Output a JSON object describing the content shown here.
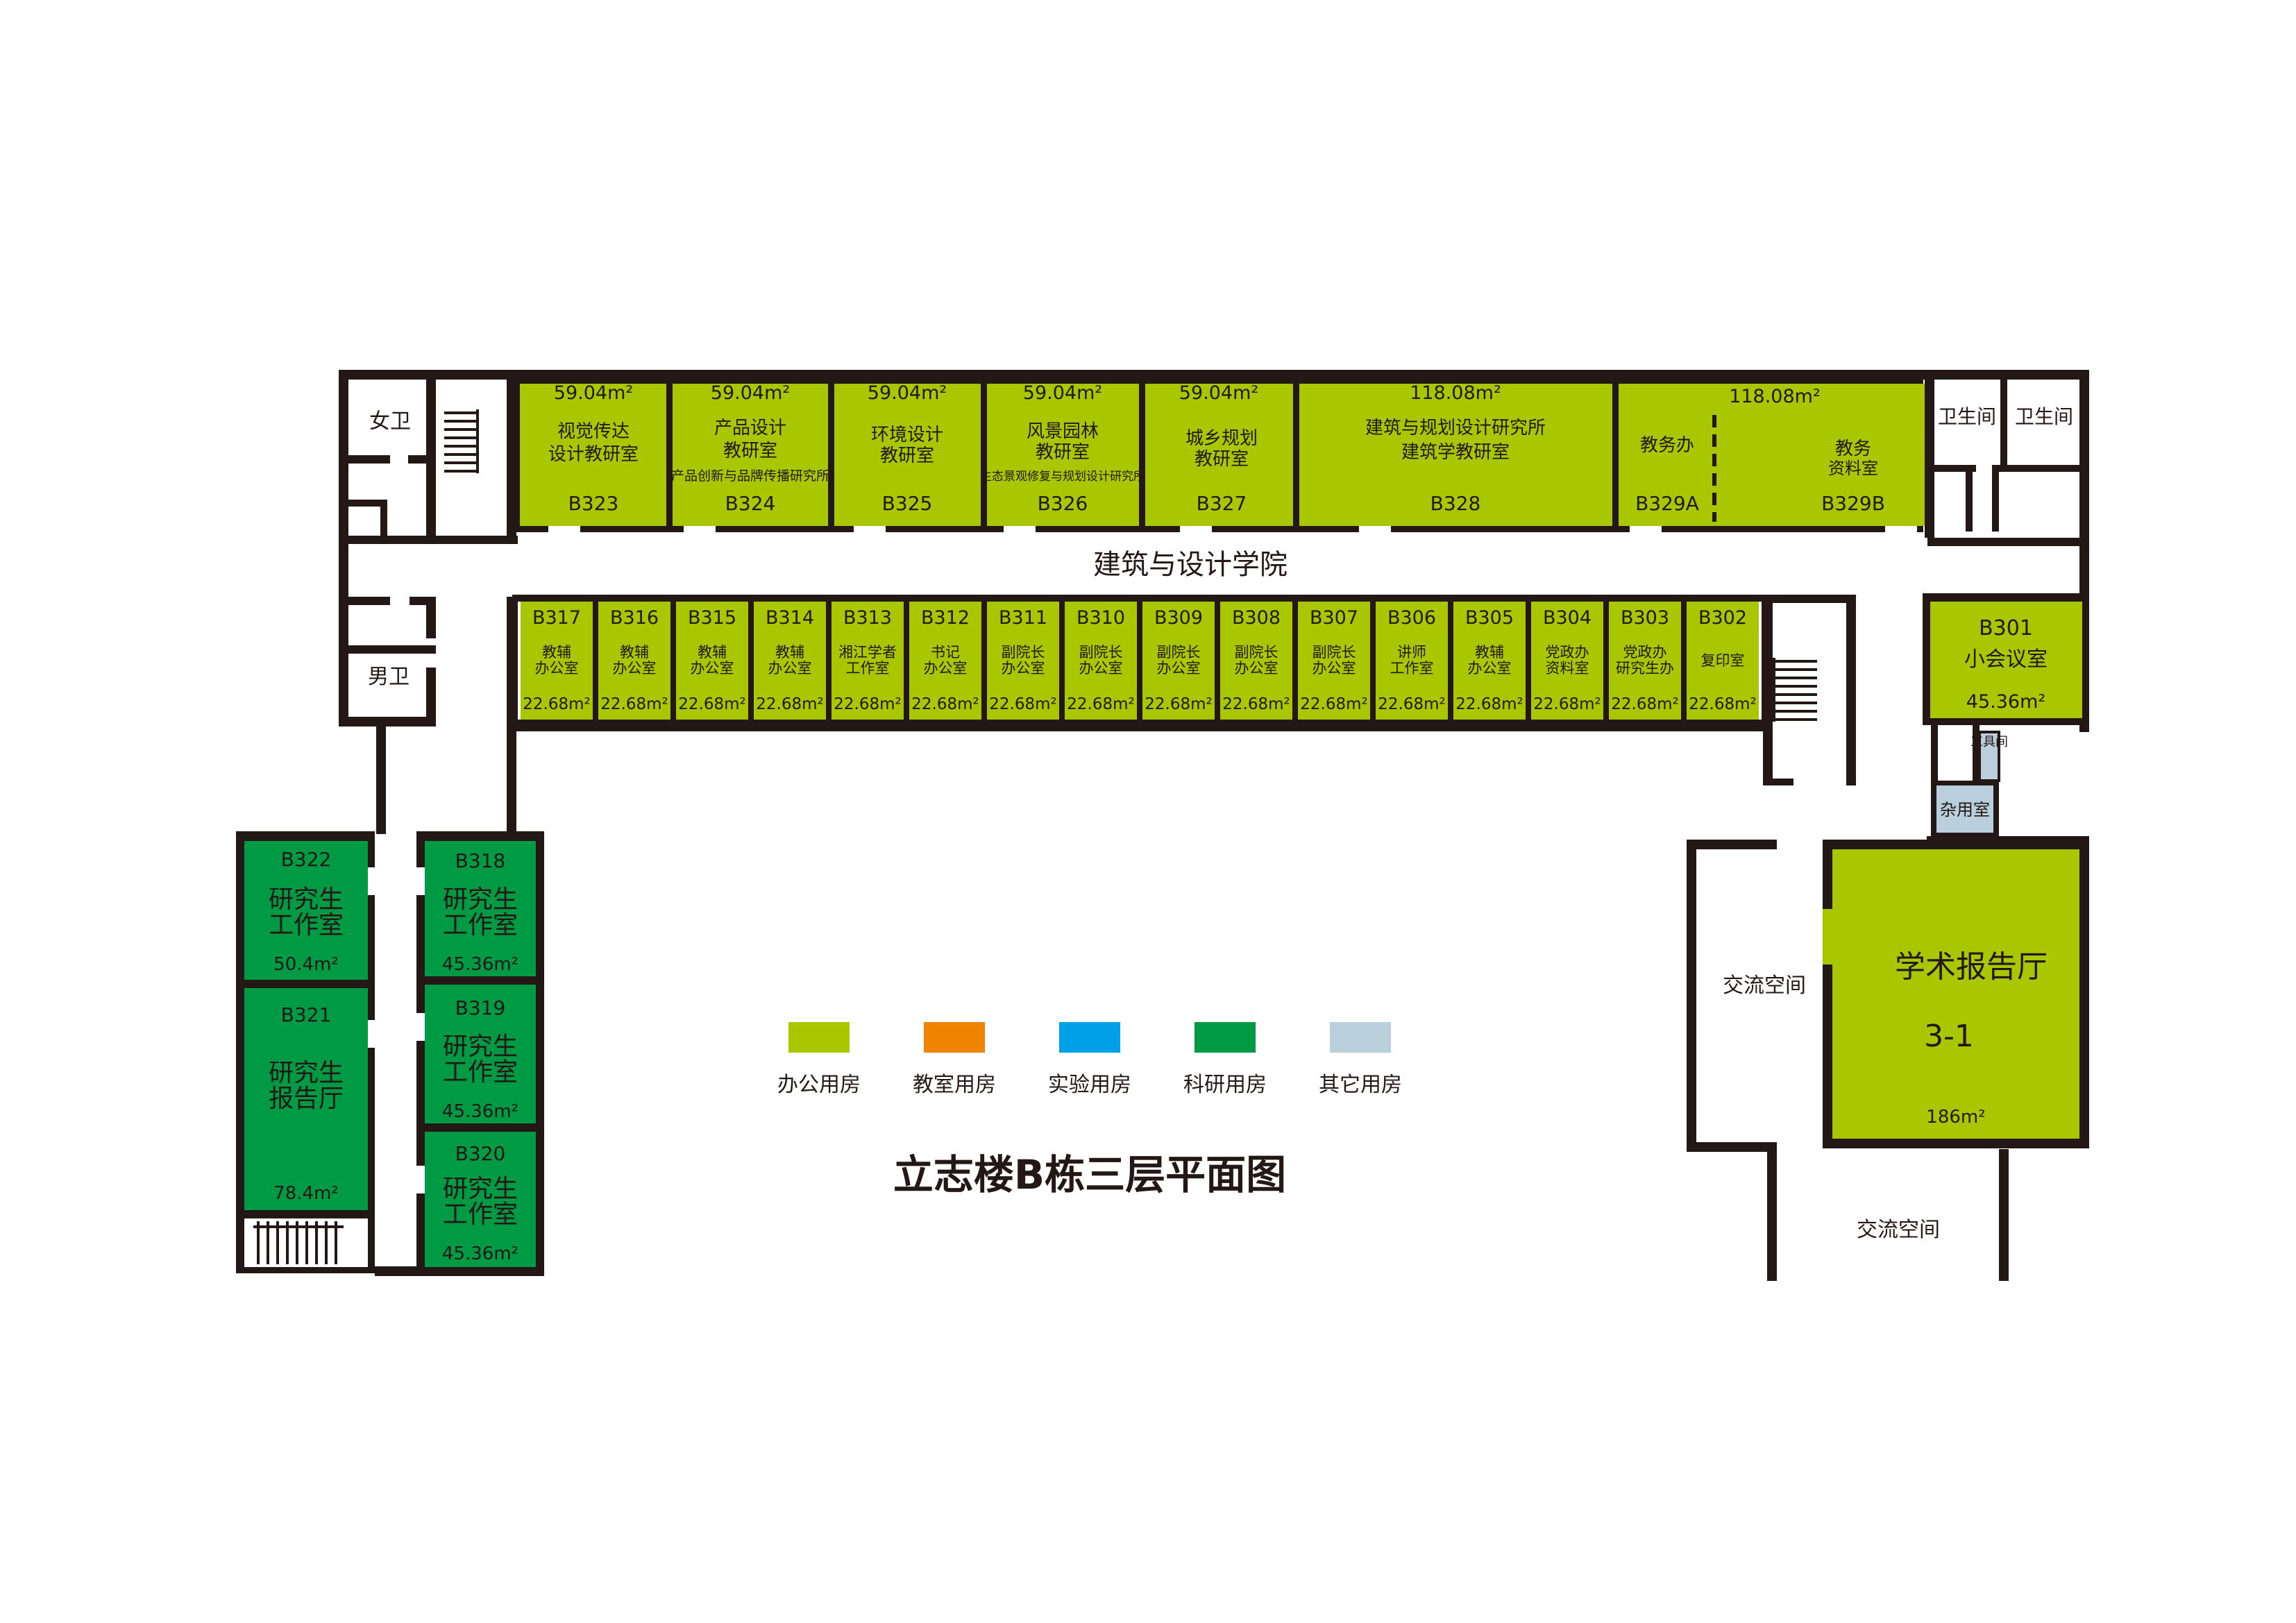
{
  "title": "立志楼B栋三层平面图",
  "corridor_label": "建筑与设计学院",
  "colors": {
    "office": "#a8c700",
    "classroom": "#f08300",
    "lab": "#00a0e9",
    "research": "#009944",
    "other": "#b9cfdc",
    "wall": "#231815"
  },
  "legend": [
    {
      "label": "办公用房",
      "color": "#a8c700"
    },
    {
      "label": "教室用房",
      "color": "#f08300"
    },
    {
      "label": "实验用房",
      "color": "#00a0e9"
    },
    {
      "label": "科研用房",
      "color": "#009944"
    },
    {
      "label": "其它用房",
      "color": "#b9cfdc"
    }
  ],
  "top_rooms": [
    {
      "area": "59.04m²",
      "name_lines": [
        "视觉传达",
        "设计教研室"
      ],
      "code": "B323"
    },
    {
      "area": "59.04m²",
      "name_lines": [
        "产品设计",
        "教研室",
        "产品创新与品牌传播研究所"
      ],
      "code": "B324"
    },
    {
      "area": "59.04m²",
      "name_lines": [
        "环境设计",
        "教研室"
      ],
      "code": "B325"
    },
    {
      "area": "59.04m²",
      "name_lines": [
        "风景园林",
        "教研室",
        "生态景观修复与规划设计研究所"
      ],
      "code": "B326"
    },
    {
      "area": "59.04m²",
      "name_lines": [
        "城乡规划",
        "教研室"
      ],
      "code": "B327"
    },
    {
      "area": "118.08m²",
      "name_lines": [
        "建筑与规划设计研究所",
        "建筑学教研室"
      ],
      "code": "B328"
    }
  ],
  "b329": {
    "area": "118.08m²",
    "left_name": "教务办",
    "left_code": "B329A",
    "right_name_lines": [
      "教务",
      "资料室"
    ],
    "right_code": "B329B"
  },
  "mid_rooms": [
    {
      "code": "B317",
      "name_lines": [
        "教辅",
        "办公室"
      ],
      "area": "22.68m²"
    },
    {
      "code": "B316",
      "name_lines": [
        "教辅",
        "办公室"
      ],
      "area": "22.68m²"
    },
    {
      "code": "B315",
      "name_lines": [
        "教辅",
        "办公室"
      ],
      "area": "22.68m²"
    },
    {
      "code": "B314",
      "name_lines": [
        "教辅",
        "办公室"
      ],
      "area": "22.68m²"
    },
    {
      "code": "B313",
      "name_lines": [
        "湘江学者",
        "工作室"
      ],
      "area": "22.68m²"
    },
    {
      "code": "B312",
      "name_lines": [
        "书记",
        "办公室"
      ],
      "area": "22.68m²"
    },
    {
      "code": "B311",
      "name_lines": [
        "副院长",
        "办公室"
      ],
      "area": "22.68m²"
    },
    {
      "code": "B310",
      "name_lines": [
        "副院长",
        "办公室"
      ],
      "area": "22.68m²"
    },
    {
      "code": "B309",
      "name_lines": [
        "副院长",
        "办公室"
      ],
      "area": "22.68m²"
    },
    {
      "code": "B308",
      "name_lines": [
        "副院长",
        "办公室"
      ],
      "area": "22.68m²"
    },
    {
      "code": "B307",
      "name_lines": [
        "副院长",
        "办公室"
      ],
      "area": "22.68m²"
    },
    {
      "code": "B306",
      "name_lines": [
        "讲师",
        "工作室"
      ],
      "area": "22.68m²"
    },
    {
      "code": "B305",
      "name_lines": [
        "教辅",
        "办公室"
      ],
      "area": "22.68m²"
    },
    {
      "code": "B304",
      "name_lines": [
        "党政办",
        "资料室"
      ],
      "area": "22.68m²"
    },
    {
      "code": "B303",
      "name_lines": [
        "党政办",
        "研究生办"
      ],
      "area": "22.68m²"
    },
    {
      "code": "B302",
      "name_lines": [
        "复印室"
      ],
      "area": "22.68m²"
    }
  ],
  "b301": {
    "code": "B301",
    "name": "小会议室",
    "area": "45.36m²"
  },
  "toilets": {
    "female": "女卫",
    "male": "男卫",
    "right1": "卫生间",
    "right2": "卫生间"
  },
  "tool_room": "工具间",
  "misc_room": "杂用室",
  "hall": {
    "name": "学术报告厅",
    "code": "3-1",
    "area": "186m²"
  },
  "exchange_space_1": "交流空间",
  "exchange_space_2": "交流空间",
  "west_rooms": [
    {
      "code": "B322",
      "name_lines": [
        "研究生",
        "工作室"
      ],
      "area": "50.4m²"
    },
    {
      "code": "B321",
      "name_lines": [
        "研究生",
        "报告厅"
      ],
      "area": "78.4m²"
    },
    {
      "code": "B318",
      "name_lines": [
        "研究生",
        "工作室"
      ],
      "area": "45.36m²"
    },
    {
      "code": "B319",
      "name_lines": [
        "研究生",
        "工作室"
      ],
      "area": "45.36m²"
    },
    {
      "code": "B320",
      "name_lines": [
        "研究生",
        "工作室"
      ],
      "area": "45.36m²"
    }
  ]
}
